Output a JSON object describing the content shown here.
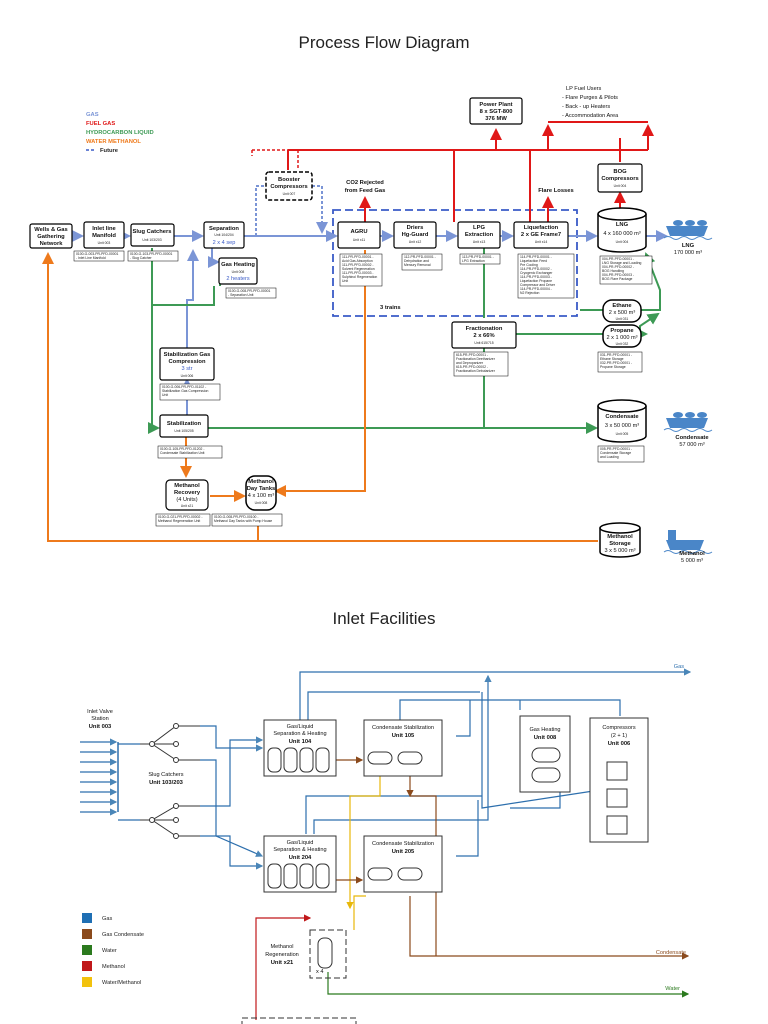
{
  "pfd": {
    "title": "Process Flow Diagram",
    "legend": {
      "gas": "GAS",
      "fuel_gas": "FUEL GAS",
      "hydrocarbon_liquid": "HYDROCARBON LIQUID",
      "water_methanol": "WATER METHANOL",
      "future": "Future"
    },
    "colors": {
      "gas": "#7b95d6",
      "fuel_gas": "#e01818",
      "hydrocarbon_liquid": "#3d9a55",
      "water_methanol": "#ee7a1c"
    },
    "lp_users": {
      "title": "LP Fuel Users",
      "items": [
        "Flare Purges & Pilots",
        "Back - up Heaters",
        "Accommodation Area"
      ]
    },
    "units": {
      "wells": {
        "l1": "Wells & Gas",
        "l2": "Gathering",
        "l3": "Network"
      },
      "inlet": {
        "l1": "Inlet line",
        "l2": "Manifold",
        "unit": "Unit 003"
      },
      "slug": {
        "l1": "Slug Catchers",
        "unit": "Unit 103/203"
      },
      "separation": {
        "l1": "Separation",
        "unit": "Unit 104/204",
        "cap": "2 x 4 sep"
      },
      "gas_heating": {
        "l1": "Gas Heating",
        "unit": "Unit 008",
        "cap": "2 heaters"
      },
      "booster": {
        "l1": "Booster",
        "l2": "Compressors",
        "unit": "Unit 007"
      },
      "agru": {
        "l1": "AGRU",
        "unit": "Unit x11"
      },
      "driers": {
        "l1": "Driers",
        "l2": "Hg-Guard",
        "unit": "Unit x12"
      },
      "lpg": {
        "l1": "LPG",
        "l2": "Extraction",
        "unit": "Unit x13"
      },
      "liquefaction": {
        "l1": "Liquefaction",
        "cap": "2 x GE Frame7",
        "unit": "Unit x14"
      },
      "power_plant": {
        "l1": "Power Plant",
        "l2": "8 x SGT-800",
        "l3": "376 MW"
      },
      "bog": {
        "l1": "BOG",
        "l2": "Compressors",
        "unit": "Unit 004"
      },
      "lng_tank": {
        "l1": "LNG",
        "cap": "4 x 160 000 m³",
        "unit": "Unit 004"
      },
      "ethane": {
        "l1": "Ethane",
        "cap": "2 x 500 m³",
        "unit": "Unit 031"
      },
      "propane": {
        "l1": "Propane",
        "cap": "2 x 1 000 m³",
        "unit": "Unit 032"
      },
      "fractionation": {
        "l1": "Fractionation",
        "cap": "2 x 66%",
        "unit": "Unit 615/715"
      },
      "stab_comp": {
        "l1": "Stabilization Gas",
        "l2": "Compression",
        "cap": "3 str",
        "unit": "Unit 006"
      },
      "stabilization": {
        "l1": "Stabilization",
        "unit": "Unit 105/205"
      },
      "condensate_tank": {
        "l1": "Condensate",
        "cap": "3 x 50 000 m³",
        "unit": "Unit 005"
      },
      "meoh_recovery": {
        "l1": "Methanol",
        "l2": "Recovery",
        "cap": "(4 Units)",
        "unit": "Unit x21"
      },
      "meoh_day": {
        "l1": "Methanol",
        "l2": "Day Tanks",
        "cap": "4 x 100 m³",
        "unit": "Unit 008"
      },
      "meoh_storage": {
        "l1": "Methanol",
        "l2": "Storage",
        "cap": "3 x 5 000 m³"
      }
    },
    "texts": {
      "co2": "CO2 Rejected",
      "co2b": "from Feed Gas",
      "flare": "Flare Losses",
      "trains": "3 trains"
    },
    "ships": {
      "lng": {
        "l1": "LNG",
        "l2": "170 000 m³"
      },
      "condensate": {
        "l1": "Condensate",
        "l2": "57 000 m³"
      },
      "methanol": {
        "l1": "Methanol",
        "l2": "5 000 m³"
      }
    },
    "notes": {
      "wells": [
        "0100-G-003-PR-PFD-00001",
        "- Inlet Line Manifold"
      ],
      "slug": [
        "0100-G-103-PR-PFD-00001",
        "- Slug Catcher"
      ],
      "gas_heating": [
        "0100-G-008-PR-PFD-00001",
        "- Separation Unit"
      ],
      "agru": [
        "111-PR-PFD-00001 -",
        "Acid Gas Absorption",
        "111-PR-PFD-00002 -",
        "Solvent Regeneration",
        "111-PR-PFD-00003 -",
        "Sulphinol Regeneration",
        "Unit"
      ],
      "driers": [
        "112-PR-PFD-00001 -",
        "Dehydration and",
        "Mercury Removal"
      ],
      "lpg": [
        "113-PR-PFD-00001 -",
        "LPG Extraction"
      ],
      "liquefaction": [
        "114-PR-PFD-00001 -",
        "Liquefaction Feed",
        "Pre Cooling",
        "114-PR-PFD-00002 -",
        "Cryogenic Exchanger",
        "114-PR-PFD-00003 -",
        "Liquefaction Propane",
        "Compressor and Driver",
        "114-PR-PFD-00004 -",
        "N2 Rejection"
      ],
      "lng": [
        "004-PR-PFD-00001 -",
        "LNG Storage and Loading",
        "004-PR-PFD-00002 -",
        "BOG Handling",
        "004-PR-PFD-00003 -",
        "BOG Flare Package"
      ],
      "fractionation": [
        "615-PR-PFD-00001 -",
        "Fractionation Deethanizer",
        "and Depropanizer",
        "615-PR-PFD-00002 -",
        "Fractionation Debutanizer"
      ],
      "ethane": [
        "031-PR-PFD-00001 -",
        "Ethane Storage",
        "032-PR-PFD-00001 -",
        "Propane Storage"
      ],
      "stab_comp": [
        "0100-G-006-PR-PFD-01102 -",
        "Stabilization Gas Compression",
        "Unit"
      ],
      "stabilization": [
        "0100-G-105-PR-PFD-01202 -",
        "Condensate Stabilization Unit"
      ],
      "condensate": [
        "005-PR-PFD-00001 -",
        "Condensate Storage",
        "and Loading"
      ],
      "meoh_recovery": [
        "0100-G-021-PR-PFD-00002 -",
        "Methanol Regeneration Unit"
      ],
      "meoh_day": [
        "0100-G-008-PR-PFD-00100 -",
        "Methanol Day Tanks with Pump House"
      ]
    }
  },
  "inlet": {
    "title": "Inlet Facilities",
    "inlet_valve": {
      "l1": "Inlet Valve",
      "l2": "Station",
      "unit": "Unit 003"
    },
    "slug": {
      "l1": "Slug Catchers",
      "unit": "Unit 103/203"
    },
    "sep104": {
      "l1": "Gas/Liquid",
      "l2": "Separation & Heating",
      "unit": "Unit 104"
    },
    "sep204": {
      "l1": "Gas/Liquid",
      "l2": "Separation & Heating",
      "unit": "Unit 204"
    },
    "cs105": {
      "l1": "Condensate Stabilization",
      "unit": "Unit 105"
    },
    "cs205": {
      "l1": "Condensate Stabilization",
      "unit": "Unit 205"
    },
    "gas_heating": {
      "l1": "Gas Heating",
      "unit": "Unit 008"
    },
    "compressors": {
      "l1": "Compressors",
      "l2": "(2 + 1)",
      "unit": "Unit 006"
    },
    "meoh": {
      "l1": "Methanol",
      "l2": "Regeneration",
      "unit": "Unit x21",
      "count": "x 4"
    },
    "outputs": {
      "gas": "Gas",
      "condensate": "Condensate",
      "water": "Water"
    },
    "legend": [
      {
        "label": "Gas",
        "color": "#1f6fb4"
      },
      {
        "label": "Gas Condensate",
        "color": "#8b4a1c"
      },
      {
        "label": "Water",
        "color": "#2b7a1e"
      },
      {
        "label": "Methanol",
        "color": "#c0181a"
      },
      {
        "label": "Water/Methanol",
        "color": "#f2c20d"
      }
    ]
  }
}
